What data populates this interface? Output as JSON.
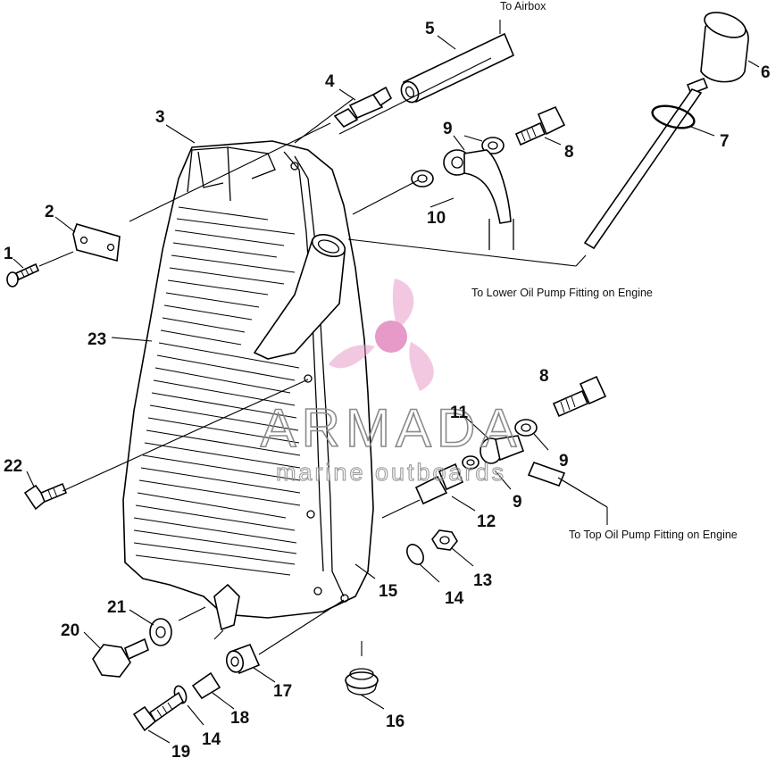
{
  "callouts": {
    "c1": "1",
    "c2": "2",
    "c3": "3",
    "c4": "4",
    "c5": "5",
    "c6": "6",
    "c7": "7",
    "c8a": "8",
    "c8b": "8",
    "c9a": "9",
    "c9b": "9",
    "c9c": "9",
    "c10": "10",
    "c11": "11",
    "c12": "12",
    "c13": "13",
    "c14a": "14",
    "c14b": "14",
    "c15": "15",
    "c16": "16",
    "c17": "17",
    "c18": "18",
    "c19": "19",
    "c20": "20",
    "c21": "21",
    "c22": "22",
    "c23": "23"
  },
  "notes": {
    "airbox": "To Airbox",
    "lower_pump": "To Lower Oil Pump Fitting on Engine",
    "top_pump": "To Top Oil Pump Fitting on Engine"
  },
  "watermark": {
    "brand": "ARMADA",
    "tagline": "marine outboards",
    "logo_color": "#e79ac8"
  }
}
